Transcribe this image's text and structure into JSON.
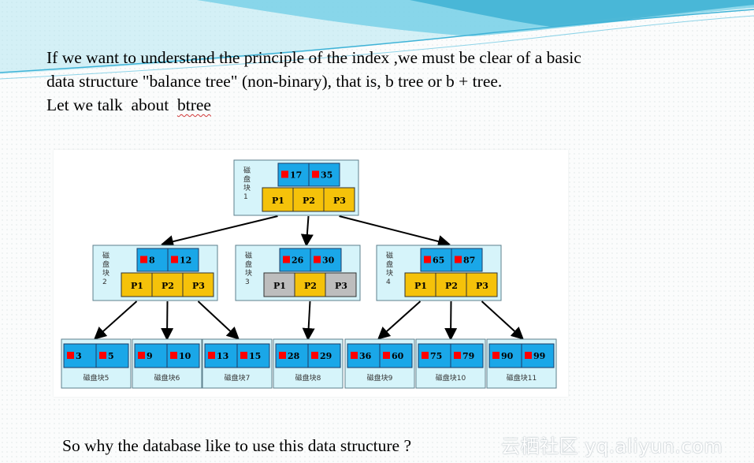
{
  "intro": {
    "line1": "If we want to understand the principle of the index ,we must be clear of  a basic",
    "line2": "data structure \"balance tree\" (non-binary), that is, b tree or b + tree.",
    "line3_prefix": "Let we talk  about  ",
    "line3_word": "btree"
  },
  "diagram": {
    "colors": {
      "key_cell": "#1aa7e8",
      "pointer_cell": "#f5c20a",
      "inactive_pointer": "#bdbdbd",
      "block_bg": "#d6f4fa",
      "marker": "#ff0000"
    },
    "blocks": [
      {
        "id": "root",
        "label": "磁盘块1",
        "keys": [
          "17",
          "35"
        ],
        "pointers": [
          "P1",
          "P2",
          "P3"
        ],
        "inactive": []
      },
      {
        "id": "b2",
        "label": "磁盘块2",
        "keys": [
          "8",
          "12"
        ],
        "pointers": [
          "P1",
          "P2",
          "P3"
        ],
        "inactive": []
      },
      {
        "id": "b3",
        "label": "磁盘块3",
        "keys": [
          "26",
          "30"
        ],
        "pointers": [
          "P1",
          "P2",
          "P3"
        ],
        "inactive": [
          "P1",
          "P3"
        ]
      },
      {
        "id": "b4",
        "label": "磁盘块4",
        "keys": [
          "65",
          "87"
        ],
        "pointers": [
          "P1",
          "P2",
          "P3"
        ],
        "inactive": []
      },
      {
        "id": "l5",
        "label": "磁盘块5",
        "keys": [
          "3",
          "5"
        ]
      },
      {
        "id": "l6",
        "label": "磁盘块6",
        "keys": [
          "9",
          "10"
        ]
      },
      {
        "id": "l7",
        "label": "磁盘块7",
        "keys": [
          "13",
          "15"
        ]
      },
      {
        "id": "l8",
        "label": "磁盘块8",
        "keys": [
          "28",
          "29"
        ]
      },
      {
        "id": "l9",
        "label": "磁盘块9",
        "keys": [
          "36",
          "60"
        ]
      },
      {
        "id": "l10",
        "label": "磁盘块10",
        "keys": [
          "75",
          "79"
        ]
      },
      {
        "id": "l11",
        "label": "磁盘块11",
        "keys": [
          "90",
          "99"
        ]
      }
    ],
    "edges": [
      {
        "from": "root",
        "pointer": "P1",
        "to": "b2"
      },
      {
        "from": "root",
        "pointer": "P2",
        "to": "b3"
      },
      {
        "from": "root",
        "pointer": "P3",
        "to": "b4"
      },
      {
        "from": "b2",
        "pointer": "P1",
        "to": "l5"
      },
      {
        "from": "b2",
        "pointer": "P2",
        "to": "l6"
      },
      {
        "from": "b2",
        "pointer": "P3",
        "to": "l7"
      },
      {
        "from": "b3",
        "pointer": "P2",
        "to": "l8"
      },
      {
        "from": "b4",
        "pointer": "P1",
        "to": "l9"
      },
      {
        "from": "b4",
        "pointer": "P2",
        "to": "l10"
      },
      {
        "from": "b4",
        "pointer": "P3",
        "to": "l11"
      }
    ]
  },
  "outro": "So  why  the database like to use this data structure  ?",
  "watermark": "云栖社区 yq.aliyun.com"
}
